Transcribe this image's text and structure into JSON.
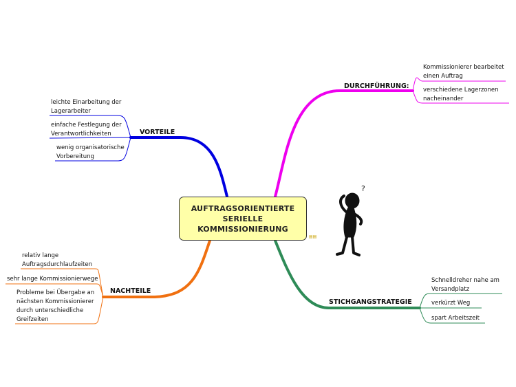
{
  "central": {
    "line1": "AUFTRAGSORIENTIERTE",
    "line2": "SERIELLE",
    "line3": "KOMMISSIONIERUNG"
  },
  "branches": {
    "vorteile": {
      "label": "VORTEILE",
      "color": "#0000e0",
      "items": [
        {
          "line1": "leichte Einarbeitung der",
          "line2": "Lagerarbeiter"
        },
        {
          "line1": "einfache Festlegung der",
          "line2": "Verantwortlichkeiten"
        },
        {
          "line1": "wenig organisatorische",
          "line2": "Vorbereitung"
        }
      ]
    },
    "durchfuehrung": {
      "label": "DURCHFÜHRUNG:",
      "color": "#ee00ee",
      "items": [
        {
          "line1": "Kommissionierer bearbeitet",
          "line2": "einen Auftrag"
        },
        {
          "line1": "verschiedene Lagerzonen",
          "line2": "nacheinander"
        }
      ]
    },
    "nachteile": {
      "label": "NACHTEILE",
      "color": "#f07010",
      "items": [
        {
          "line1": "relativ lange",
          "line2": "Auftragsdurchlaufzeiten"
        },
        {
          "line1": "sehr lange Kommissionierwege"
        },
        {
          "line1": "Probleme bei Übergabe an",
          "line2": "nächsten Kommissionierer",
          "line3": "durch unterschiedliche",
          "line4": "Greifzeiten"
        }
      ]
    },
    "stichgang": {
      "label": "STICHGANGSTRATEGIE",
      "color": "#2e8b57",
      "items": [
        {
          "line1": "Schnelldreher nahe am",
          "line2": "Versandplatz"
        },
        {
          "line1": "verkürzt Weg"
        },
        {
          "line1": "spart Arbeitszeit"
        }
      ]
    }
  },
  "icons": {
    "thinking_figure": "thinking-person-icon",
    "question_mark": "?"
  }
}
